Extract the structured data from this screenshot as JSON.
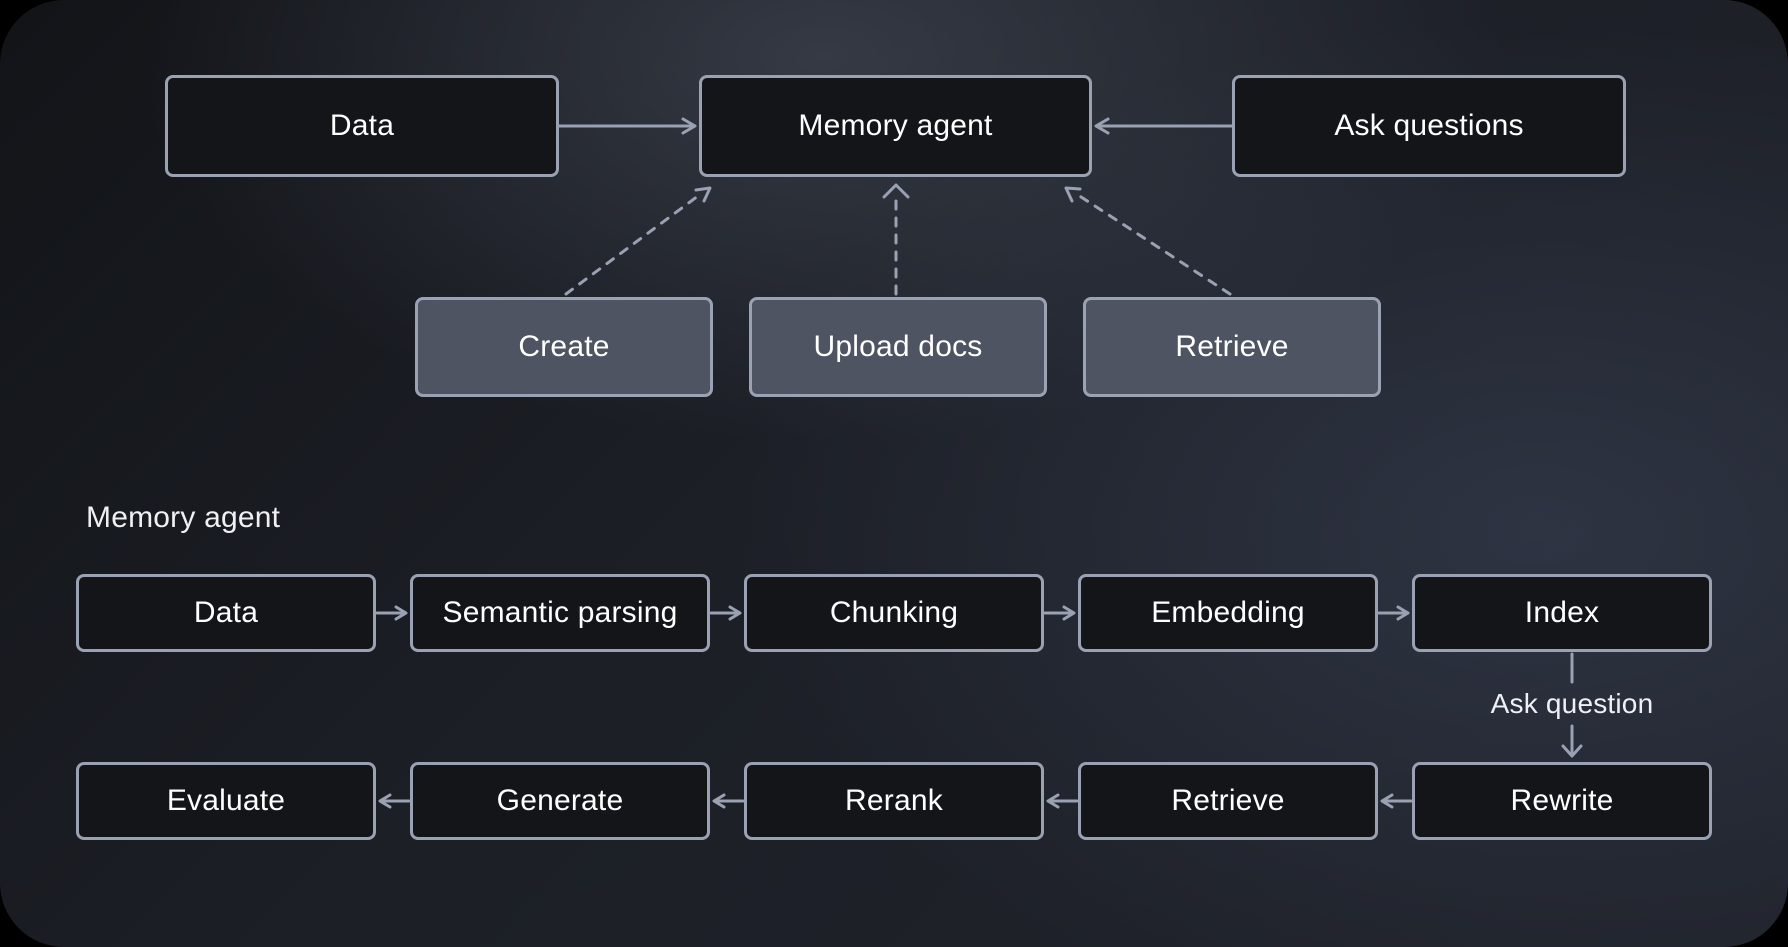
{
  "colors": {
    "stroke": "#99a1b3",
    "stroke_light": "#9aa2b4",
    "node_fill_dark": "#141519",
    "node_fill_gray": "#4e5462",
    "text": "#ffffff",
    "text_soft": "#eef0f3",
    "background_outer": "#000000"
  },
  "overview": {
    "top_row": [
      {
        "id": "data",
        "label": "Data"
      },
      {
        "id": "memory-agent",
        "label": "Memory agent"
      },
      {
        "id": "ask-questions",
        "label": "Ask questions"
      }
    ],
    "action_row": [
      {
        "id": "create",
        "label": "Create"
      },
      {
        "id": "upload-docs",
        "label": "Upload docs"
      },
      {
        "id": "retrieve",
        "label": "Retrieve"
      }
    ]
  },
  "detail": {
    "section_label": "Memory agent",
    "ingest_row": [
      {
        "id": "data",
        "label": "Data"
      },
      {
        "id": "semantic-parsing",
        "label": "Semantic parsing"
      },
      {
        "id": "chunking",
        "label": "Chunking"
      },
      {
        "id": "embedding",
        "label": "Embedding"
      },
      {
        "id": "index",
        "label": "Index"
      }
    ],
    "query_row": [
      {
        "id": "evaluate",
        "label": "Evaluate"
      },
      {
        "id": "generate",
        "label": "Generate"
      },
      {
        "id": "rerank",
        "label": "Rerank"
      },
      {
        "id": "retrieve",
        "label": "Retrieve"
      },
      {
        "id": "rewrite",
        "label": "Rewrite"
      }
    ],
    "edge_label": "Ask question"
  },
  "edges": [
    {
      "from": "data",
      "to": "memory-agent",
      "style": "solid"
    },
    {
      "from": "ask-questions",
      "to": "memory-agent",
      "style": "solid"
    },
    {
      "from": "create",
      "to": "memory-agent",
      "style": "dashed"
    },
    {
      "from": "upload-docs",
      "to": "memory-agent",
      "style": "dashed"
    },
    {
      "from": "retrieve",
      "to": "memory-agent",
      "style": "dashed"
    },
    {
      "from": "data",
      "to": "semantic-parsing",
      "style": "solid"
    },
    {
      "from": "semantic-parsing",
      "to": "chunking",
      "style": "solid"
    },
    {
      "from": "chunking",
      "to": "embedding",
      "style": "solid"
    },
    {
      "from": "embedding",
      "to": "index",
      "style": "solid"
    },
    {
      "from": "index",
      "to": "rewrite",
      "style": "solid",
      "label": "Ask question"
    },
    {
      "from": "rewrite",
      "to": "retrieve",
      "style": "solid"
    },
    {
      "from": "retrieve",
      "to": "rerank",
      "style": "solid"
    },
    {
      "from": "rerank",
      "to": "generate",
      "style": "solid"
    },
    {
      "from": "generate",
      "to": "evaluate",
      "style": "solid"
    }
  ]
}
